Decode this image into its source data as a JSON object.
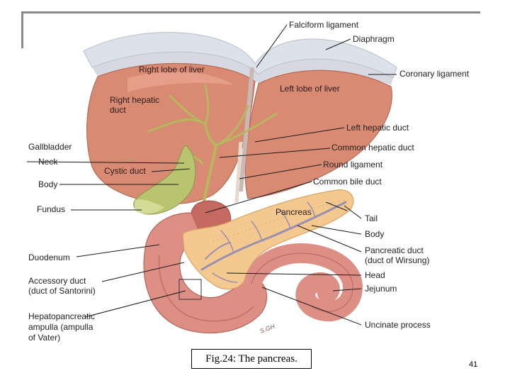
{
  "figure": {
    "labels": {
      "falciform_ligament": "Falciform ligament",
      "diaphragm": "Diaphragm",
      "coronary_ligament": "Coronary ligament",
      "right_lobe": "Right lobe of liver",
      "left_lobe": "Left lobe of liver",
      "right_hepatic_duct_1": "Right hepatic",
      "right_hepatic_duct_2": "duct",
      "left_hepatic_duct": "Left hepatic duct",
      "common_hepatic_duct": "Common hepatic duct",
      "gallbladder": "Gallbladder",
      "neck": "Neck",
      "cystic_duct": "Cystic duct",
      "round_ligament": "Round ligament",
      "body": "Body",
      "common_bile_duct": "Common bile duct",
      "fundus": "Fundus",
      "pancreas": "Pancreas",
      "tail": "Tail",
      "pancreas_body": "Body",
      "duodenum": "Duodenum",
      "pancreatic_duct_1": "Pancreatic duct",
      "pancreatic_duct_2": "(duct of Wirsung)",
      "accessory_duct_1": "Accessory duct",
      "accessory_duct_2": "(duct of Santorini)",
      "head": "Head",
      "jejunum": "Jejunum",
      "ampulla_1": "Hepatopancreatic",
      "ampulla_2": "ampulla (ampulla",
      "ampulla_3": "of Vater)",
      "uncinate_process": "Uncinate process"
    },
    "signature": "S.GH"
  },
  "caption": "Fig.24: The pancreas.",
  "page_number": "41",
  "colors": {
    "liver": "#d98a72",
    "diaphragm": "#d8dde6",
    "gallbladder": "#b9c46e",
    "pancreas": "#f3c98f",
    "duodenum": "#de8f85",
    "duct": "#9a8fb0"
  }
}
